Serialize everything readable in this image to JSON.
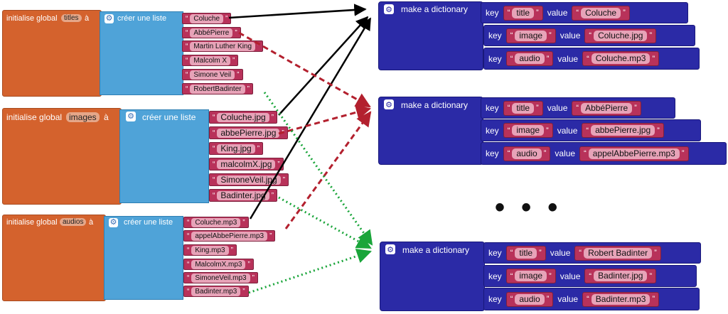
{
  "lists": [
    {
      "init_label": "initialise global",
      "name": "titles",
      "arrow": "à",
      "create_label": "créer une liste",
      "items": [
        "Coluche",
        "AbbéPierre",
        "Martin Luther King",
        "Malcolm X",
        "Simone Veil",
        "RobertBadinter"
      ]
    },
    {
      "init_label": "initialise global",
      "name": "images",
      "arrow": "à",
      "create_label": "créer une liste",
      "items": [
        "Coluche.jpg",
        "abbePierre.jpg",
        "King.jpg",
        "malcolmX.jpg",
        "SimoneVeil.jpg",
        "Badinter.jpg"
      ]
    },
    {
      "init_label": "initialise global",
      "name": "audios",
      "arrow": "à",
      "create_label": "créer une liste",
      "items": [
        "Coluche.mp3",
        "appelAbbePierre.mp3",
        "King.mp3",
        "MalcolmX.mp3",
        "SimoneVeil.mp3",
        "Badinter.mp3"
      ]
    }
  ],
  "dicts": [
    {
      "title": "make a dictionary",
      "rows": [
        {
          "key_label": "key",
          "key": "title",
          "value_label": "value",
          "value": "Coluche"
        },
        {
          "key_label": "key",
          "key": "image",
          "value_label": "value",
          "value": "Coluche.jpg"
        },
        {
          "key_label": "key",
          "key": "audio",
          "value_label": "value",
          "value": "Coluche.mp3"
        }
      ]
    },
    {
      "title": "make a dictionary",
      "rows": [
        {
          "key_label": "key",
          "key": "title",
          "value_label": "value",
          "value": "AbbéPierre"
        },
        {
          "key_label": "key",
          "key": "image",
          "value_label": "value",
          "value": "abbePierre.jpg"
        },
        {
          "key_label": "key",
          "key": "audio",
          "value_label": "value",
          "value": "appelAbbePierre.mp3"
        }
      ]
    },
    {
      "title": "make a dictionary",
      "rows": [
        {
          "key_label": "key",
          "key": "title",
          "value_label": "value",
          "value": "Robert Badinter"
        },
        {
          "key_label": "key",
          "key": "image",
          "value_label": "value",
          "value": "Badinter.jpg"
        },
        {
          "key_label": "key",
          "key": "audio",
          "value_label": "value",
          "value": "Badinter.mp3"
        }
      ]
    }
  ],
  "ellipsis": "• • •",
  "colors": {
    "arrow_black": "#000000",
    "arrow_red": "#b3202e",
    "arrow_green": "#1aa53a"
  }
}
